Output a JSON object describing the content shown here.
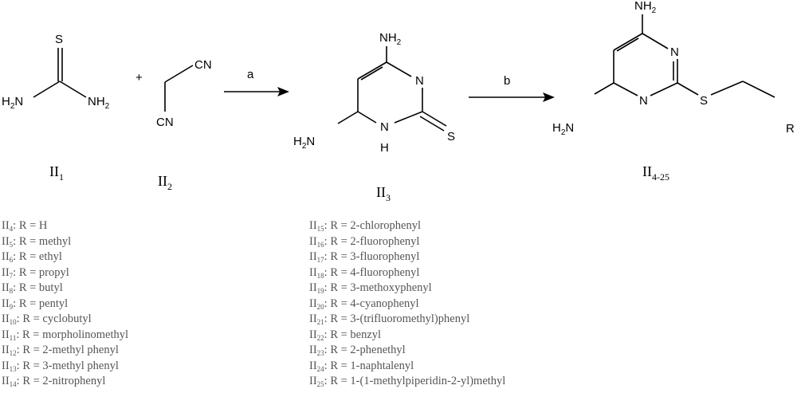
{
  "atoms": {
    "S": "S",
    "N": "N",
    "H": "H",
    "NH": "NH",
    "H2N": "H",
    "NH2": "NH",
    "CN": "CN",
    "R": "R",
    "sub2": "2"
  },
  "plus": "+",
  "arrows": {
    "a": "a",
    "b": "b"
  },
  "compounds": {
    "prefix": "II",
    "c1": "1",
    "c2": "2",
    "c3": "3",
    "c4": "4-25"
  },
  "substituents": [
    {
      "sub": "4",
      "r": "H"
    },
    {
      "sub": "5",
      "r": "methyl"
    },
    {
      "sub": "6",
      "r": "ethyl"
    },
    {
      "sub": "7",
      "r": "propyl"
    },
    {
      "sub": "8",
      "r": "butyl"
    },
    {
      "sub": "9",
      "r": "pentyl"
    },
    {
      "sub": "10",
      "r": "cyclobutyl"
    },
    {
      "sub": "11",
      "r": "morpholinomethyl"
    },
    {
      "sub": "12",
      "r": "2-methyl phenyl"
    },
    {
      "sub": "13",
      "r": "3-methyl phenyl"
    },
    {
      "sub": "14",
      "r": "2-nitrophenyl"
    },
    {
      "sub": "15",
      "r": "2-chlorophenyl"
    },
    {
      "sub": "16",
      "r": "2-fluorophenyl"
    },
    {
      "sub": "17",
      "r": "3-fluorophenyl"
    },
    {
      "sub": "18",
      "r": "4-fluorophenyl"
    },
    {
      "sub": "19",
      "r": "3-methoxyphenyl"
    },
    {
      "sub": "20",
      "r": "4-cyanophenyl"
    },
    {
      "sub": "21",
      "r": "3-(trifluoromethyl)phenyl"
    },
    {
      "sub": "22",
      "r": "benzyl"
    },
    {
      "sub": "23",
      "r": "2-phenethyl"
    },
    {
      "sub": "24",
      "r": "1-naphtalenyl"
    },
    {
      "sub": "25",
      "r": "1-(1-methylpiperidin-2-yl)methyl"
    }
  ],
  "row_template": {
    "sep": ": R = "
  }
}
